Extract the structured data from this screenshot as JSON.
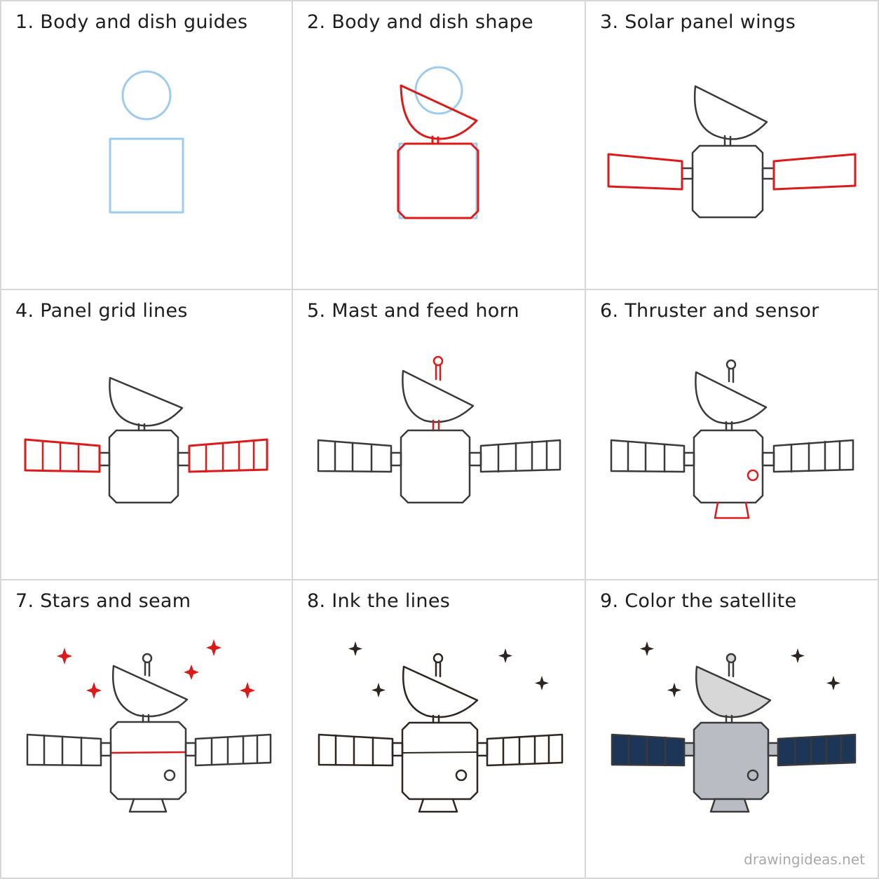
{
  "steps": [
    {
      "label": "1. Body and dish guides"
    },
    {
      "label": "2. Body and dish shape"
    },
    {
      "label": "3. Solar panel wings"
    },
    {
      "label": "4. Panel grid lines"
    },
    {
      "label": "5. Mast and feed horn"
    },
    {
      "label": "6. Thruster and sensor"
    },
    {
      "label": "7. Stars and seam"
    },
    {
      "label": "8. Ink the lines"
    },
    {
      "label": "9. Color the satellite"
    }
  ],
  "watermark": "drawingideas.net",
  "colors": {
    "guide": "#9fcbee",
    "highlight": "#dd1a1a",
    "outline": "#3a3a3a",
    "ink": "#2e2520",
    "panel_fill": "#1d3557",
    "body_fill": "#b9bcc2",
    "dish_fill": "#d7d7d7"
  }
}
